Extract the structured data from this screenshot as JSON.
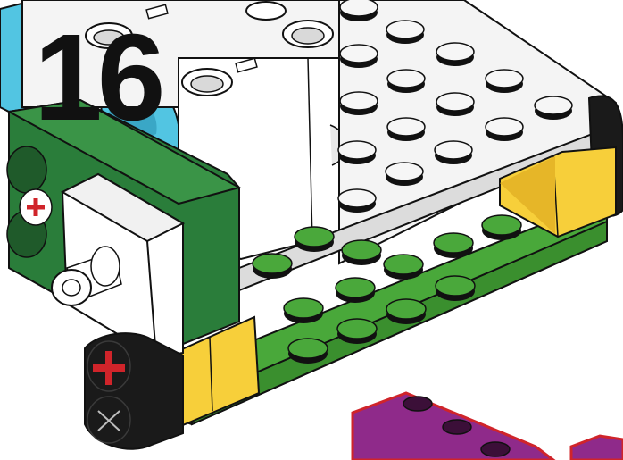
{
  "step": {
    "number": "16"
  },
  "palette": {
    "outline": "#111111",
    "white_brick": "#f4f4f4",
    "white_shade": "#dcdcdc",
    "green_dark": "#2a7d3a",
    "green_bright": "#49a83a",
    "green_shade": "#3a8f2e",
    "yellow": "#f7cf3a",
    "yellow_shade": "#e6b628",
    "azure": "#52c5e2",
    "black_part": "#1a1a1a",
    "purple": "#8f2a8a",
    "red_axle": "#d0242a"
  },
  "parts": [
    "white-plate",
    "white-motor-hub",
    "green-beam",
    "white-axle-connector",
    "black-wedge-belt-wheel",
    "yellow-brick",
    "green-plate",
    "purple-beam",
    "azure-wheel"
  ]
}
